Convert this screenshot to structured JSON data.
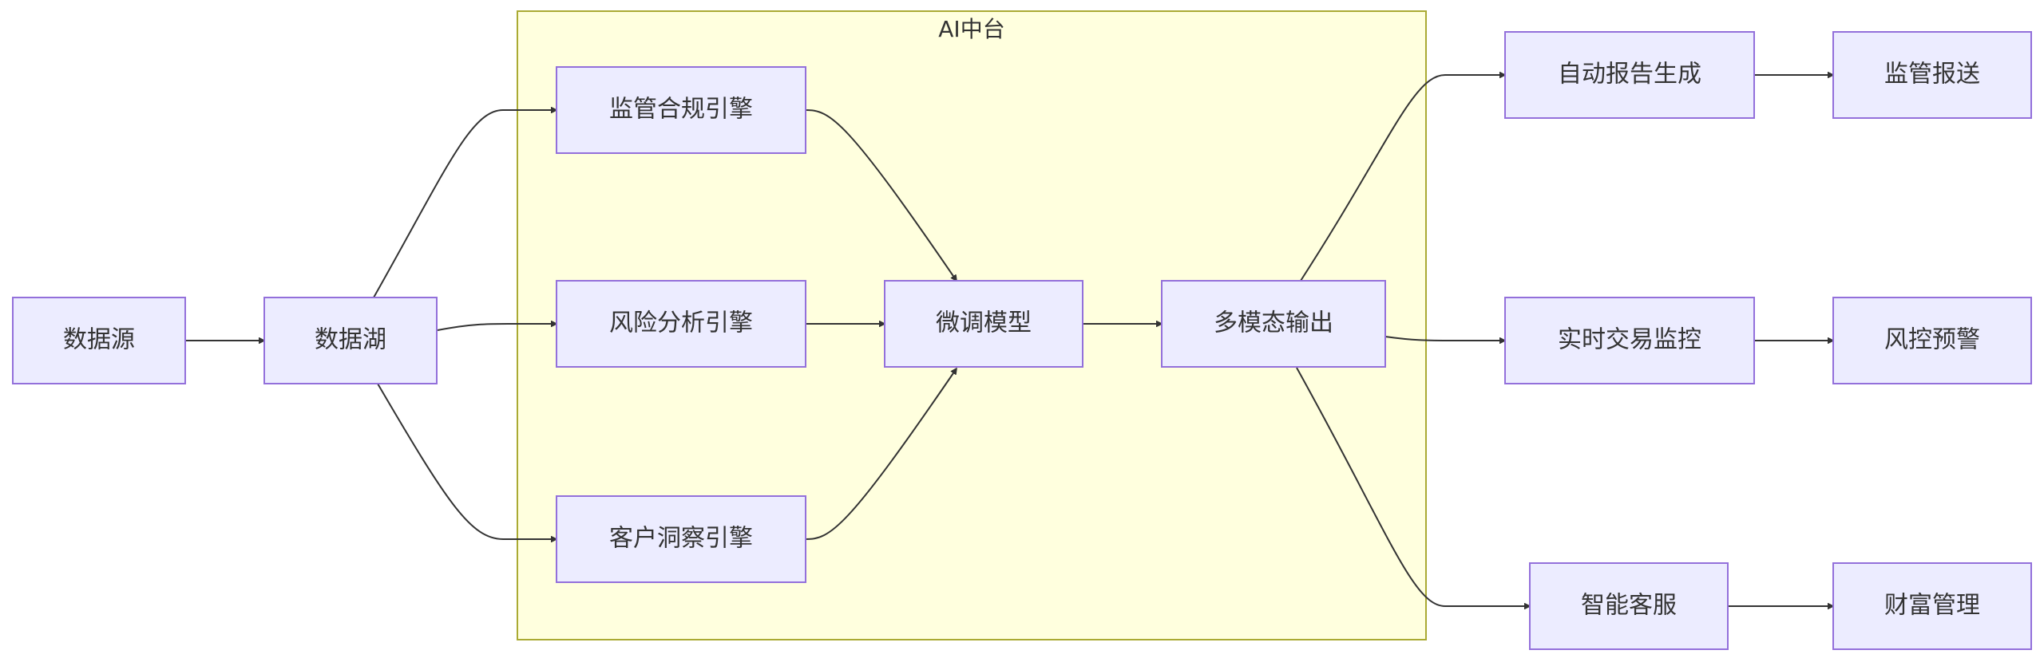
{
  "cluster": {
    "label": "AI中台",
    "fill": "#ffffde",
    "stroke": "#aaaa33"
  },
  "node_style": {
    "fill": "#ececff",
    "stroke": "#9370db",
    "text": "#333333"
  },
  "nodes": {
    "data_source": "数据源",
    "data_lake": "数据湖",
    "compliance_engine": "监管合规引擎",
    "risk_engine": "风险分析引擎",
    "customer_engine": "客户洞察引擎",
    "finetune_model": "微调模型",
    "multimodal_output": "多模态输出",
    "auto_report": "自动报告生成",
    "regulatory_submission": "监管报送",
    "realtime_monitor": "实时交易监控",
    "risk_warning": "风控预警",
    "smart_service": "智能客服",
    "wealth_management": "财富管理"
  },
  "edges": [
    {
      "from": "data_source",
      "to": "data_lake"
    },
    {
      "from": "data_lake",
      "to": "compliance_engine"
    },
    {
      "from": "data_lake",
      "to": "risk_engine"
    },
    {
      "from": "data_lake",
      "to": "customer_engine"
    },
    {
      "from": "compliance_engine",
      "to": "finetune_model"
    },
    {
      "from": "risk_engine",
      "to": "finetune_model"
    },
    {
      "from": "customer_engine",
      "to": "finetune_model"
    },
    {
      "from": "finetune_model",
      "to": "multimodal_output"
    },
    {
      "from": "multimodal_output",
      "to": "auto_report"
    },
    {
      "from": "multimodal_output",
      "to": "realtime_monitor"
    },
    {
      "from": "multimodal_output",
      "to": "smart_service"
    },
    {
      "from": "auto_report",
      "to": "regulatory_submission"
    },
    {
      "from": "realtime_monitor",
      "to": "risk_warning"
    },
    {
      "from": "smart_service",
      "to": "wealth_management"
    }
  ]
}
